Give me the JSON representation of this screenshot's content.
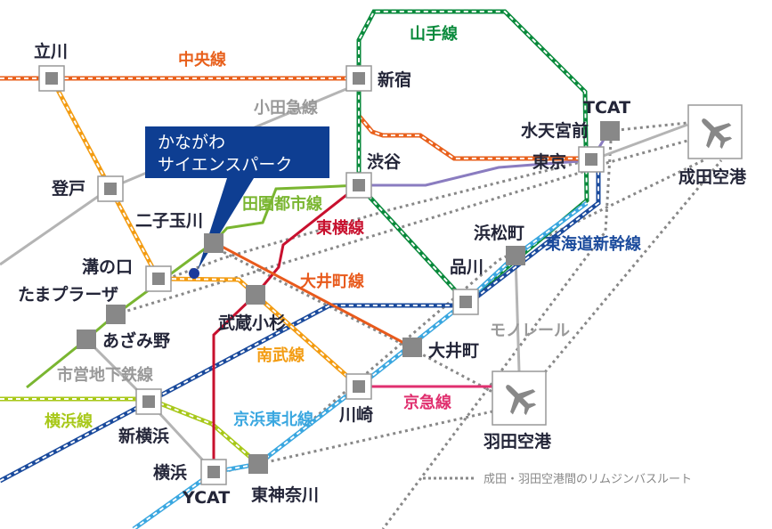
{
  "callout": {
    "line1": "かながわ",
    "line2": "サイエンスパーク"
  },
  "stations": {
    "tachikawa": "立川",
    "shinjuku": "新宿",
    "shibuya": "渋谷",
    "tokyo": "東京",
    "tcat": "TCAT",
    "suitengumae": "水天宮前",
    "narita": "成田空港",
    "hamamatsucho": "浜松町",
    "shinagawa": "品川",
    "oimachi": "大井町",
    "haneda": "羽田空港",
    "kawasaki": "川崎",
    "higashikanagawa": "東神奈川",
    "yokohama": "横浜",
    "ycat": "YCAT",
    "shinyokohama": "新横浜",
    "azamino": "あざみ野",
    "tamaplaza": "たまプラーザ",
    "mizonokuchi": "溝の口",
    "futakotamagawa": "二子玉川",
    "musashikosugi": "武蔵小杉",
    "noborito": "登戸"
  },
  "lines": {
    "chuo": "中央線",
    "yamanote": "山手線",
    "odakyu": "小田急線",
    "denentoshi": "田園都市線",
    "toyoko": "東横線",
    "oimachi": "大井町線",
    "tokaido_shinkansen": "東海道新幹線",
    "monorail": "モノレール",
    "nambu": "南武線",
    "keihin_tohoku": "京浜東北線",
    "keikyu": "京急線",
    "yokohama": "横浜線",
    "subway": "市営地下鉄線"
  },
  "legend": {
    "limousine_bus": "成田・羽田空港間のリムジンバスルート"
  },
  "colors": {
    "chuo": "#e8601c",
    "yamanote": "#0a8a3c",
    "odakyu": "#b4b4b4",
    "denentoshi": "#7ab631",
    "toyoko": "#c8102e",
    "oimachi": "#e85a1c",
    "shinkansen": "#1a4a9c",
    "keihin": "#3aa7e0",
    "nambu": "#f39c12",
    "yokohama": "#a8c81a",
    "keikyu": "#e0306f",
    "hanzomon": "#8a7cc0",
    "callout": "#0e3e92",
    "text": "#232538"
  }
}
